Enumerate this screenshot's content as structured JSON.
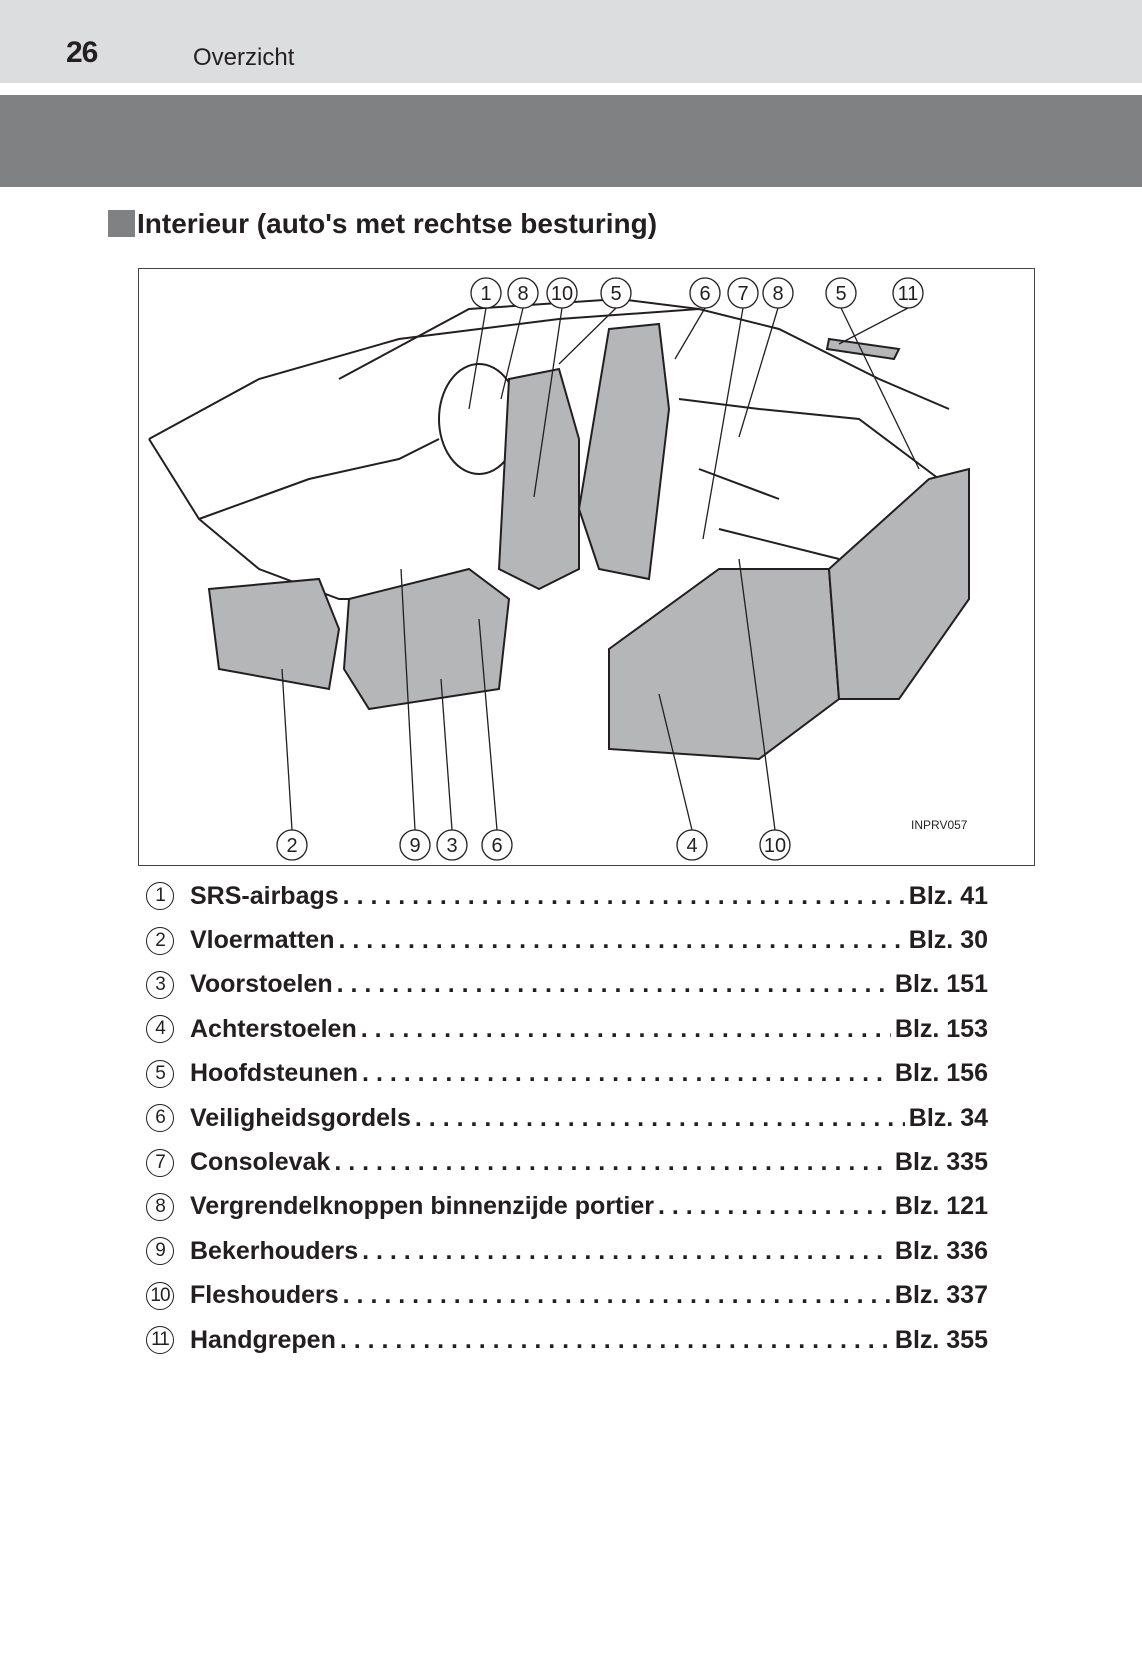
{
  "header": {
    "page_number": "26",
    "section": "Overzicht"
  },
  "heading": "Interieur (auto's met rechtse besturing)",
  "figure": {
    "code": "INPRV057",
    "top_callouts": [
      "1",
      "8",
      "10",
      "5",
      "6",
      "7",
      "8",
      "5",
      "11"
    ],
    "bottom_callouts": [
      "2",
      "9",
      "3",
      "6",
      "4",
      "10"
    ]
  },
  "items": [
    {
      "num": "1",
      "label": "SRS-airbags",
      "ref": "Blz. 41"
    },
    {
      "num": "2",
      "label": "Vloermatten",
      "ref": "Blz. 30"
    },
    {
      "num": "3",
      "label": "Voorstoelen",
      "ref": "Blz. 151"
    },
    {
      "num": "4",
      "label": "Achterstoelen",
      "ref": "Blz. 153"
    },
    {
      "num": "5",
      "label": "Hoofdsteunen",
      "ref": "Blz. 156"
    },
    {
      "num": "6",
      "label": "Veiligheidsgordels",
      "ref": "Blz. 34"
    },
    {
      "num": "7",
      "label": "Consolevak",
      "ref": "Blz. 335"
    },
    {
      "num": "8",
      "label": "Vergrendelknoppen binnenzijde portier",
      "ref": "Blz. 121"
    },
    {
      "num": "9",
      "label": "Bekerhouders",
      "ref": "Blz. 336"
    },
    {
      "num": "10",
      "label": "Fleshouders",
      "ref": "Blz. 337"
    },
    {
      "num": "11",
      "label": "Handgrepen",
      "ref": "Blz. 355"
    }
  ]
}
